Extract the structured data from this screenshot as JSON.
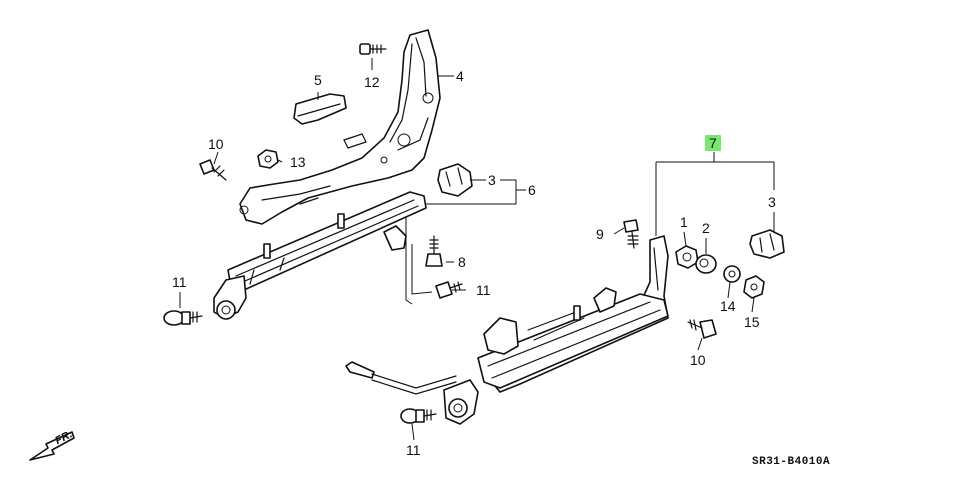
{
  "callouts": {
    "c1": "1",
    "c2": "2",
    "c3a": "3",
    "c3b": "3",
    "c4": "4",
    "c5": "5",
    "c6": "6",
    "c7": "7",
    "c8": "8",
    "c9": "9",
    "c10a": "10",
    "c10b": "10",
    "c11a": "11",
    "c11b": "11",
    "c11c": "11",
    "c12": "12",
    "c13": "13",
    "c14": "14",
    "c15": "15"
  },
  "diagram_code": "SR31-B4010A",
  "front_marker": "FR.",
  "highlight_color": "#7be66e"
}
